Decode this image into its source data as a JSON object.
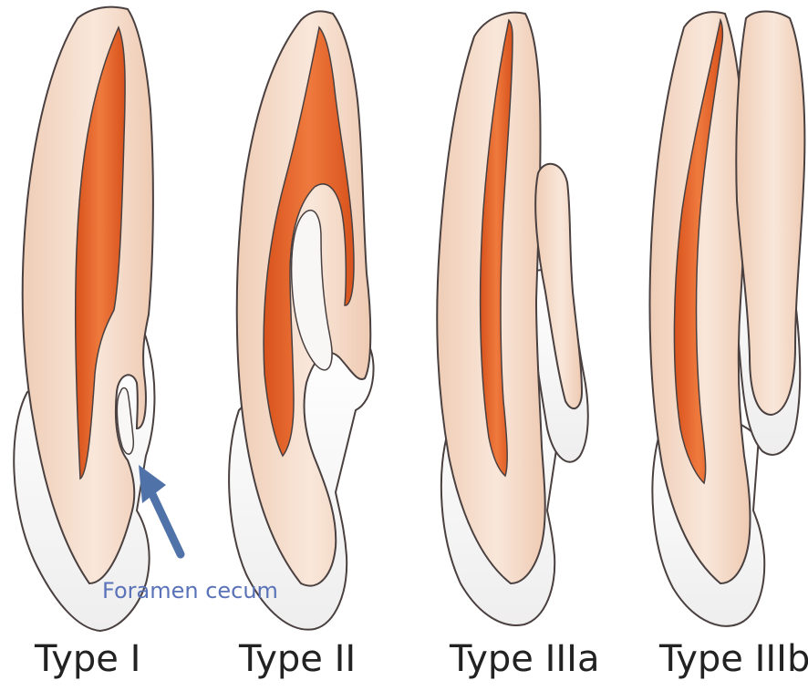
{
  "colors": {
    "dentin": "#f2d4bf",
    "dentin_light": "#f9e8dc",
    "pulp": "#e3622a",
    "enamel": "#f8f7f6",
    "outline": "#4a4040",
    "arrow": "#4f72a8",
    "annotation_text": "#5a73b8"
  },
  "labels": {
    "type_1": "Type I",
    "type_2": "Type II",
    "type_3a": "Type IIIa",
    "type_3b": "Type IIIb"
  },
  "annotation": {
    "foramen_cecum": "Foramen cecum"
  }
}
